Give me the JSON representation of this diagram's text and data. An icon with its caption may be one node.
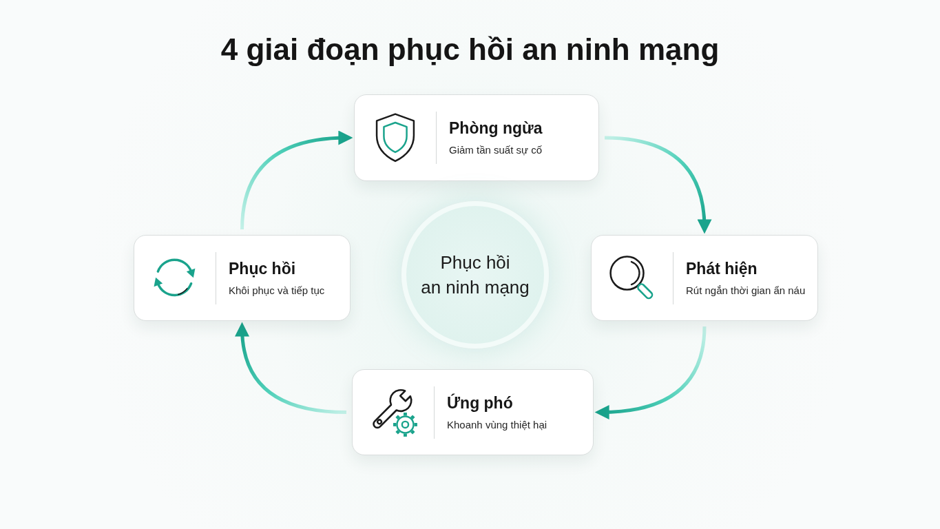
{
  "diagram": {
    "title": "4 giai đoạn phục hồi an ninh mạng",
    "nodes": [
      {
        "text": [
          "Phòng ngừa",
          "Giảm tần suất sự cố"
        ]
      },
      {
        "text": [
          "Phục hồi",
          "Khôi phục và tiếp tục"
        ]
      },
      {
        "text": [
          "Phục hồi an ninh mạng"
        ]
      },
      {
        "text": [
          "Phát hiện",
          "Rút ngắn thời gian ẩn náu"
        ]
      },
      {
        "text": [
          "Ứng phó",
          "Khoanh vùng thiệt hại"
        ]
      }
    ],
    "edges": [
      {
        "from": 0,
        "to": 3,
        "arrow": "to"
      },
      {
        "from": 3,
        "to": 4,
        "arrow": "to"
      },
      {
        "from": 4,
        "to": 1,
        "arrow": "to"
      },
      {
        "from": 1,
        "to": 0,
        "arrow": "to"
      }
    ]
  }
}
